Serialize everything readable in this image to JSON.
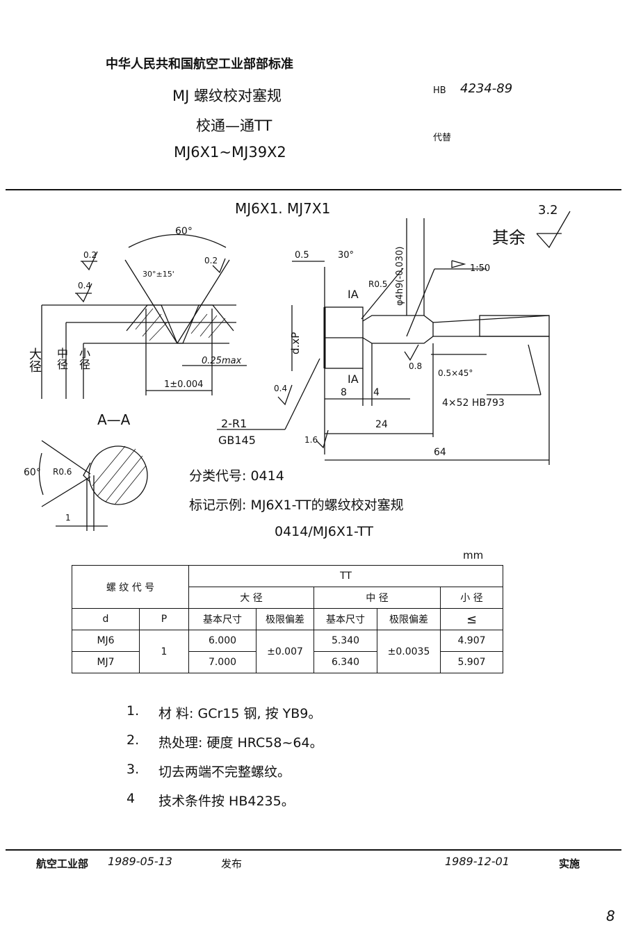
{
  "header": {
    "org_standard": "中华人民共和国航空工业部部标准",
    "title_line1": "MJ 螺纹校对塞规",
    "title_line2": "校通—通TT",
    "title_line3": "MJ6X1~MJ39X2",
    "std_prefix": "HB",
    "std_number": "4234-89",
    "replaces": "代替"
  },
  "drawing": {
    "view_title": "MJ6X1. MJ7X1",
    "rest_label": "其余",
    "rest_roughness": "3.2",
    "thread": {
      "angle": "60°",
      "half_angle": "30°±15'",
      "rough_left": "0.2",
      "rough_right": "0.2",
      "rough_small": "0.4",
      "max_r": "0.25max",
      "pitch_tol": "1±0.004",
      "label_major": "大径",
      "label_pitch": "中径",
      "label_minor": "小径"
    },
    "section": {
      "title": "A—A",
      "angle": "60°",
      "radius": "R0.6",
      "dim": "1",
      "note1": "2-R1",
      "note2": "GB145"
    },
    "part": {
      "d05": "0.5",
      "chamfer": "30°",
      "dia": "φ4h9(-0.030)",
      "taper": "1:50",
      "r05": "R0.5",
      "ia_top": "IA",
      "ia_bottom": "IA",
      "dxp": "d.xP",
      "r08": "0.8",
      "ch": "0.5×45°",
      "rough04": "0.4",
      "d8": "8",
      "d4": "4",
      "pin": "4×52  HB793",
      "d24": "24",
      "r16": "1.6",
      "d64": "64"
    },
    "class_code": "分类代号: 0414",
    "mark_example": "标记示例: MJ6X1-TT的螺纹校对塞规",
    "mark_code": "0414/MJ6X1-TT"
  },
  "table": {
    "unit": "mm",
    "h_code": "螺 纹 代 号",
    "h_tt": "TT",
    "h_major": "大      径",
    "h_pitch": "中      径",
    "h_minor": "小   径",
    "h_d": "d",
    "h_p": "P",
    "h_basic1": "基本尺寸",
    "h_dev1": "极限偏差",
    "h_basic2": "基本尺寸",
    "h_dev2": "极限偏差",
    "h_le": "≤",
    "rows": [
      {
        "d": "MJ6",
        "basic1": "6.000",
        "basic2": "5.340",
        "minor": "4.907"
      },
      {
        "d": "MJ7",
        "basic1": "7.000",
        "basic2": "6.340",
        "minor": "5.907"
      }
    ],
    "p": "1",
    "dev1": "±0.007",
    "dev2": "±0.0035"
  },
  "notes": [
    {
      "num": "1.",
      "text": "材    料: GCr15 钢, 按 YB9。"
    },
    {
      "num": "2.",
      "text": "热处理: 硬度 HRC58~64。"
    },
    {
      "num": "3.",
      "text": "切去两端不完整螺纹。"
    },
    {
      "num": "4",
      "text": "技术条件按 HB4235。"
    }
  ],
  "footer": {
    "issuer": "航空工业部",
    "issue_date": "1989-05-13",
    "issued": "发布",
    "effective_date": "1989-12-01",
    "effective": "实施"
  },
  "page_number": "8"
}
